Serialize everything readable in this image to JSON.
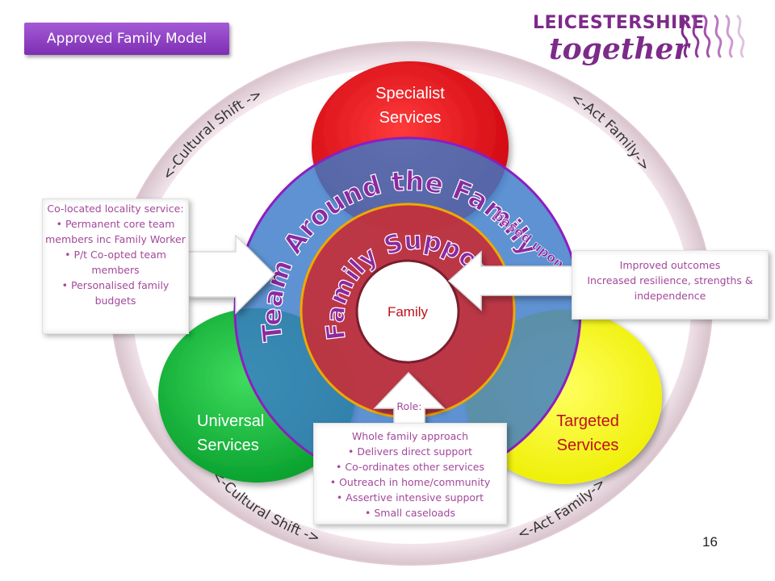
{
  "title_badge": "Approved Family Model",
  "logo": {
    "main": "LEICESTERSHIRE",
    "sub": "together"
  },
  "circles": {
    "specialist": [
      "Specialist",
      "Services"
    ],
    "universal": [
      "Universal",
      "Services"
    ],
    "targeted": [
      "Targeted",
      "Services"
    ],
    "team": "Team Around the Family",
    "team_suffix": "based upon needs",
    "worker": "Family Support Worker",
    "family": "Family"
  },
  "ring_text": {
    "top_left": "<-Cultural Shift ->",
    "top_right": "<-Act Family->",
    "bottom_left": "<-Cultural Shift ->",
    "bottom_right": "<-Act Family->"
  },
  "left_box": {
    "heading": "Co-located locality service:",
    "items": [
      "Permanent core team members inc Family Worker",
      "P/t Co-opted team members",
      "Personalised family budgets"
    ]
  },
  "right_box": {
    "line1": "Improved outcomes",
    "line2": "Increased resilience, strengths & independence"
  },
  "role_label": "Role:",
  "bottom_box": {
    "heading": "Whole family approach",
    "items": [
      "Delivers direct support",
      "Co-ordinates other services",
      "Outreach in home/community",
      "Assertive intensive support",
      "Small caseloads"
    ]
  },
  "page_number": "16",
  "colors": {
    "specialist": "#e8191f",
    "universal": "#14b43c",
    "targeted": "#f3f200",
    "team": "#5b8fd0",
    "worker": "#c7303a",
    "accent": "#7d2fb3",
    "text_pink": "#a3489a"
  }
}
